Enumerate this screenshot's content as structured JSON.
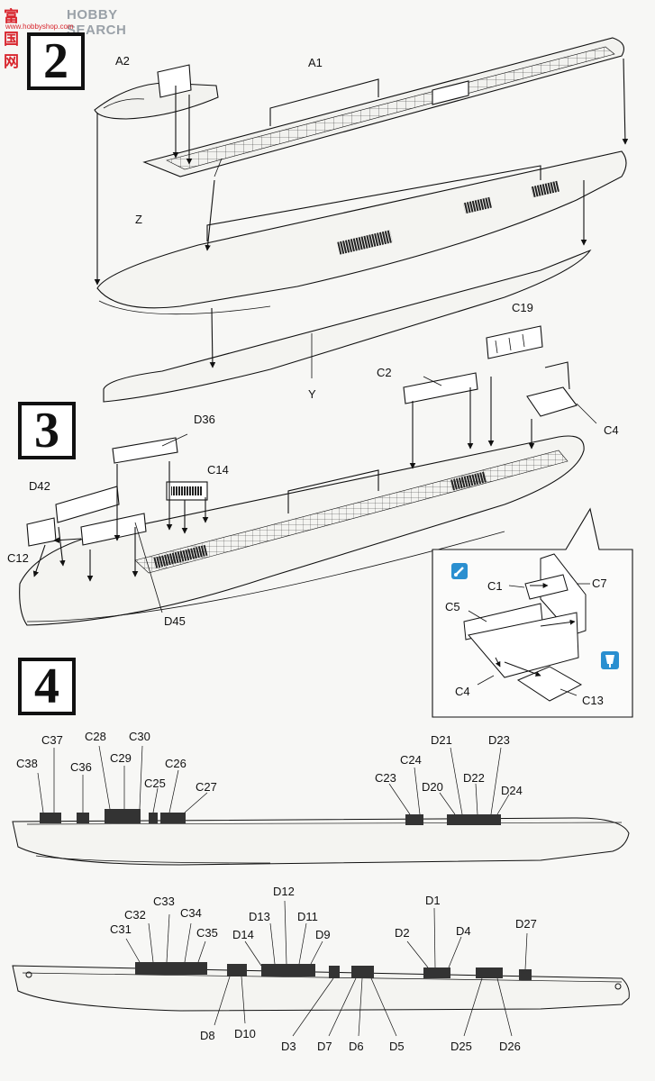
{
  "watermark": {
    "brand": "富国网",
    "name": "HOBBY SEARCH",
    "url": "www.hobbyshop.com"
  },
  "steps": {
    "s2": "2",
    "s3": "3",
    "s4": "4"
  },
  "callouts": {
    "step2": [
      "A2",
      "A1",
      "Z",
      "C19",
      "Y"
    ],
    "step3": [
      "C2",
      "D36",
      "C14",
      "C4",
      "D42",
      "C12",
      "D45"
    ],
    "detail": [
      "C1",
      "C7",
      "C5",
      "C4",
      "C13"
    ],
    "upper_view": [
      "C38",
      "C37",
      "C36",
      "C28",
      "C29",
      "C30",
      "C25",
      "C26",
      "C27",
      "C23",
      "C24",
      "D21",
      "D20",
      "D22",
      "D23",
      "D24"
    ],
    "lower_view": [
      "C32",
      "C33",
      "C34",
      "C31",
      "C35",
      "D13",
      "D12",
      "D11",
      "D14",
      "D9",
      "D1",
      "D2",
      "D4",
      "D27",
      "D8",
      "D10",
      "D3",
      "D7",
      "D6",
      "D5",
      "D25",
      "D26"
    ]
  },
  "icons": {
    "detail_paint": "paint-brush-icon",
    "detail_glue": "glue-tube-icon"
  },
  "colors": {
    "ink": "#111111",
    "paper": "#f7f7f5",
    "watermark_red": "#d8262e",
    "watermark_gray": "#9aa1a8",
    "icon_blue": "#2a8fd0"
  }
}
